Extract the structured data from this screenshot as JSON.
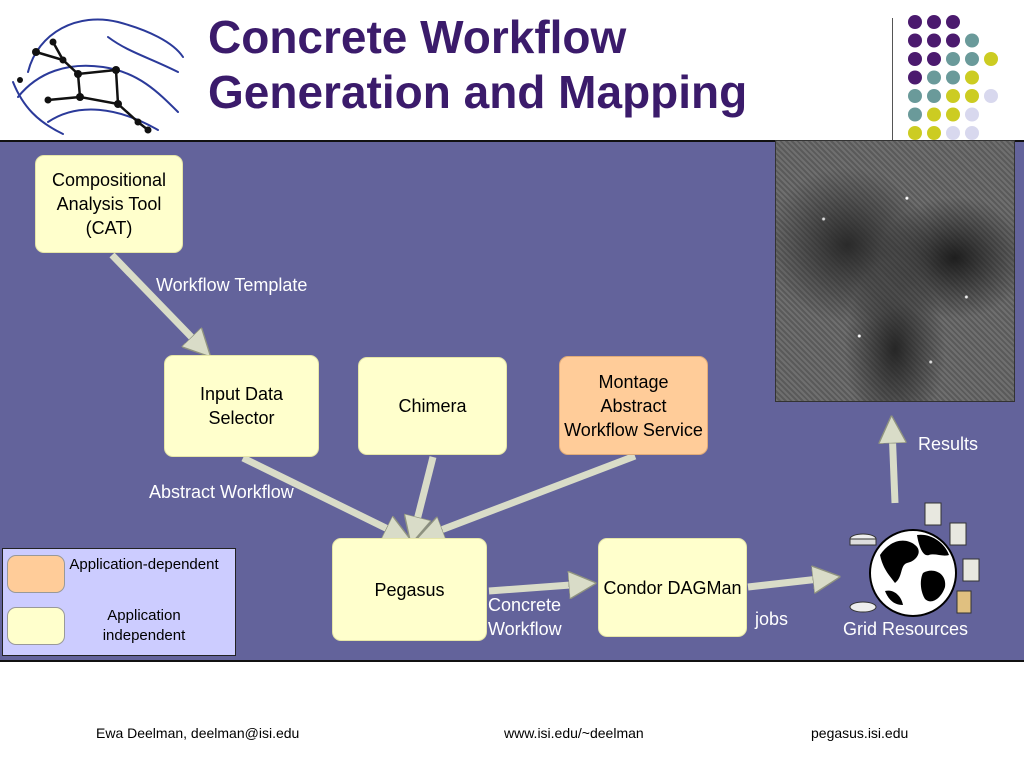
{
  "title": {
    "line1": "Concrete Workflow",
    "line2": "Generation and Mapping"
  },
  "nodes": {
    "cat": "Compositional Analysis Tool (CAT)",
    "input_selector": "Input Data Selector",
    "chimera": "Chimera",
    "montage": "Montage Abstract Workflow Service",
    "pegasus": "Pegasus",
    "condor": "Condor DAGMan"
  },
  "edge_labels": {
    "workflow_template": "Workflow Template",
    "abstract_workflow": "Abstract Workflow",
    "concrete_workflow_1": "Concrete",
    "concrete_workflow_2": "Workflow",
    "jobs": "jobs",
    "results": "Results",
    "grid_resources": "Grid Resources"
  },
  "legend": {
    "dependent": "Application-dependent",
    "independent": "Application independent"
  },
  "footer": {
    "author": "Ewa Deelman, deelman@isi.edu",
    "website": "www.isi.edu/~deelman",
    "project": "pegasus.isi.edu"
  },
  "colors": {
    "panel": "#63639b",
    "application_independent": "#ffffcc",
    "application_dependent": "#ffcc99",
    "title": "#3b1b6b",
    "dot_purple": "#4b1a6e",
    "dot_teal": "#6a9a9a",
    "dot_yellow": "#cccc22",
    "dot_lavender": "#d8d8ee"
  }
}
